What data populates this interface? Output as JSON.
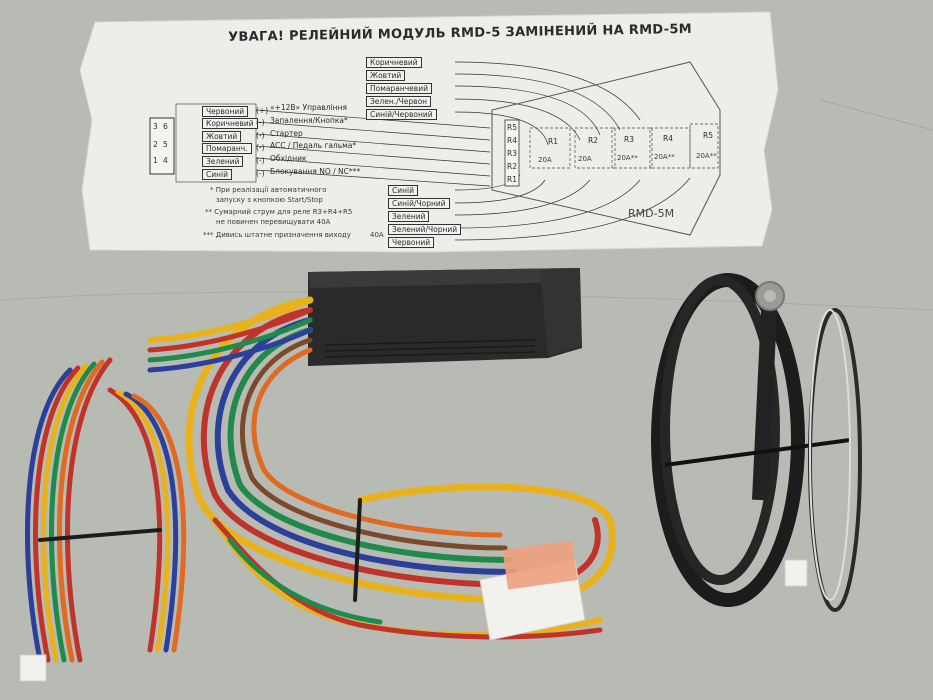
{
  "paper": {
    "title": "УВАГА! РЕЛЕЙНИЙ МОДУЛЬ RMD-5 ЗАМІНЕНИЙ НА RMD-5M",
    "left_wires": [
      {
        "color": "Червоний",
        "sym": "(+)",
        "desc": "«+12В» Управління"
      },
      {
        "color": "Коричневий",
        "sym": "(-)",
        "desc": "Запалення/Кнопка*"
      },
      {
        "color": "Жовтий",
        "sym": "(-)",
        "desc": "Стартер"
      },
      {
        "color": "Помаранч.",
        "sym": "(-)",
        "desc": "ACC / Педаль гальма*"
      },
      {
        "color": "Зелений",
        "sym": "(-)",
        "desc": "Обхідник"
      },
      {
        "color": "Синій",
        "sym": "(-)",
        "desc": "Блокування NO / NC***"
      }
    ],
    "connector_pins": [
      "3",
      "6",
      "2",
      "5",
      "1",
      "4"
    ],
    "top_wires": [
      "Коричневий",
      "Жовтий",
      "Помаранчевий",
      "Зелен./Червон",
      "Синій/Червоний"
    ],
    "bottom_wires": [
      "Синій",
      "Синій/Чорний",
      "Зелений",
      "Зелений/Чорний",
      "Червоний"
    ],
    "relays": [
      "R1",
      "R2",
      "R3",
      "R4",
      "R5"
    ],
    "relay_pins": [
      "R5",
      "R4",
      "R3",
      "R2",
      "R1"
    ],
    "fuse_ratings": [
      "20A",
      "20A",
      "20A**",
      "20A**",
      "20A**"
    ],
    "fuse_label": "40A",
    "module_name": "RMD-5M",
    "notes": [
      "* При реалізації автоматичного",
      "запуску з кнопкою Start/Stop",
      "** Сумарний струм для реле R3+R4+R5",
      "не повинен перевищувати 40А",
      "*** Дивись штатне призначення виходу"
    ]
  },
  "colors": {
    "background": "#b9bbb5",
    "paper": "#ededea",
    "module": "#2a2a2a",
    "wire_red": "#c0332b",
    "wire_yellow": "#e7b21c",
    "wire_blue": "#2c3f9b",
    "wire_green": "#1f8a4a",
    "wire_orange": "#e06a22",
    "wire_brown": "#7a4a2a",
    "cable_black": "#1c1c1c"
  }
}
